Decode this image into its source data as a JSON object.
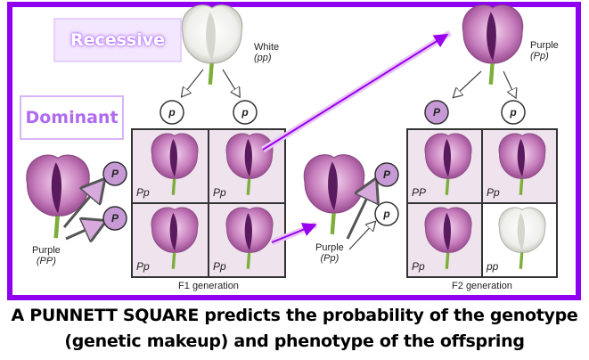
{
  "labels": {
    "recessive": "Recessive",
    "dominant": "Dominant"
  },
  "parents": {
    "white": {
      "phenotype": "White",
      "genotype": "(pp)"
    },
    "purple_pp": {
      "phenotype": "Purple",
      "genotype": "(PP)"
    },
    "purple_f1": {
      "phenotype": "Purple",
      "genotype": "(Pp)"
    },
    "purple_top": {
      "phenotype": "Purple",
      "genotype": "(Pp)"
    }
  },
  "alleles": {
    "dominant": "P",
    "recessive": "p"
  },
  "f1": {
    "label": "F1 generation",
    "cells": [
      "Pp",
      "Pp",
      "Pp",
      "Pp"
    ]
  },
  "f2": {
    "label": "F2 generation",
    "cells": [
      "PP",
      "Pp",
      "Pp",
      "pp"
    ]
  },
  "caption": {
    "line1": "A PUNNETT SQUARE predicts the probability of the genotype",
    "line2": "(genetic makeup) and phenotype of the offspring"
  },
  "colors": {
    "frame": "#9000f0",
    "purple_allele": "#c79ad6",
    "cell_bg": "#efe3ee"
  }
}
